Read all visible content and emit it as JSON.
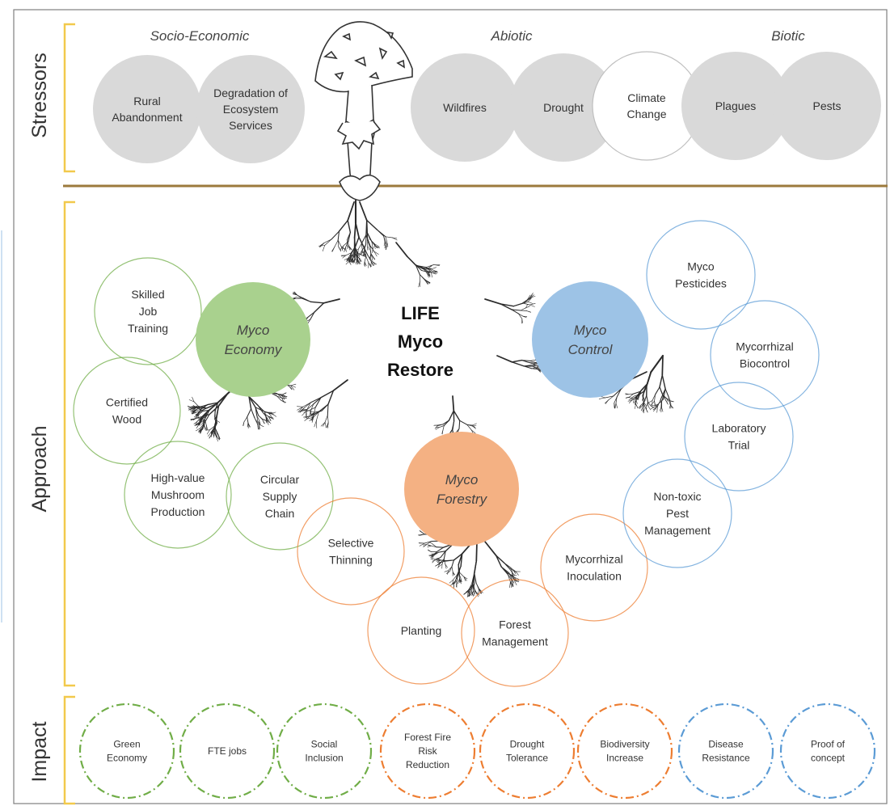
{
  "sections": {
    "stressors": "Stressors",
    "approach": "Approach",
    "impact": "Impact"
  },
  "stressor_groups": {
    "socio_economic": "Socio-Economic",
    "abiotic": "Abiotic",
    "biotic": "Biotic"
  },
  "stressors": [
    {
      "lines": [
        "Rural",
        "Abandonment"
      ],
      "style": "grey"
    },
    {
      "lines": [
        "Degradation of",
        "Ecosystem",
        "Services"
      ],
      "style": "grey"
    },
    {
      "lines": [
        "Wildfires"
      ],
      "style": "grey"
    },
    {
      "lines": [
        "Drought"
      ],
      "style": "grey"
    },
    {
      "lines": [
        "Climate",
        "Change"
      ],
      "style": "white"
    },
    {
      "lines": [
        "Plagues"
      ],
      "style": "grey"
    },
    {
      "lines": [
        "Pests"
      ],
      "style": "grey"
    }
  ],
  "center": {
    "lines": [
      "LIFE",
      "Myco",
      "Restore"
    ]
  },
  "pillars": [
    {
      "lines": [
        "Myco",
        "Economy"
      ],
      "color": "#a9d18e"
    },
    {
      "lines": [
        "Myco",
        "Control"
      ],
      "color": "#9dc3e6"
    },
    {
      "lines": [
        "Myco",
        "Forestry"
      ],
      "color": "#f4b183"
    }
  ],
  "approach_items": [
    {
      "lines": [
        "Skilled",
        "Job",
        "Training"
      ],
      "color": "#70ad47"
    },
    {
      "lines": [
        "Certified",
        "Wood"
      ],
      "color": "#70ad47"
    },
    {
      "lines": [
        "High-value",
        "Mushroom",
        "Production"
      ],
      "color": "#70ad47"
    },
    {
      "lines": [
        "Circular",
        "Supply",
        "Chain"
      ],
      "color": "#70ad47"
    },
    {
      "lines": [
        "Selective",
        "Thinning"
      ],
      "color": "#ed7d31"
    },
    {
      "lines": [
        "Planting"
      ],
      "color": "#ed7d31"
    },
    {
      "lines": [
        "Forest",
        "Management"
      ],
      "color": "#ed7d31"
    },
    {
      "lines": [
        "Mycorrhizal",
        "Inoculation"
      ],
      "color": "#ed7d31"
    },
    {
      "lines": [
        "Myco",
        "Pesticides"
      ],
      "color": "#5b9bd5"
    },
    {
      "lines": [
        "Mycorrhizal",
        "Biocontrol"
      ],
      "color": "#5b9bd5"
    },
    {
      "lines": [
        "Laboratory",
        "Trial"
      ],
      "color": "#5b9bd5"
    },
    {
      "lines": [
        "Non-toxic",
        "Pest",
        "Management"
      ],
      "color": "#5b9bd5"
    }
  ],
  "impacts": [
    {
      "lines": [
        "Green",
        "Economy"
      ],
      "color": "#70ad47"
    },
    {
      "lines": [
        "FTE jobs"
      ],
      "color": "#70ad47"
    },
    {
      "lines": [
        "Social",
        "Inclusion"
      ],
      "color": "#70ad47"
    },
    {
      "lines": [
        "Forest Fire",
        "Risk",
        "Reduction"
      ],
      "color": "#ed7d31"
    },
    {
      "lines": [
        "Drought",
        "Tolerance"
      ],
      "color": "#ed7d31"
    },
    {
      "lines": [
        "Biodiversity",
        "Increase"
      ],
      "color": "#ed7d31"
    },
    {
      "lines": [
        "Disease",
        "Resistance"
      ],
      "color": "#5b9bd5"
    },
    {
      "lines": [
        "Proof of",
        "concept"
      ],
      "color": "#5b9bd5"
    }
  ],
  "colors": {
    "bracket": "#f2c94c",
    "divider": "#9c7a3c",
    "grey_fill": "#d9d9d9",
    "frame": "#7f7f7f",
    "root": "#2b2b2b"
  }
}
